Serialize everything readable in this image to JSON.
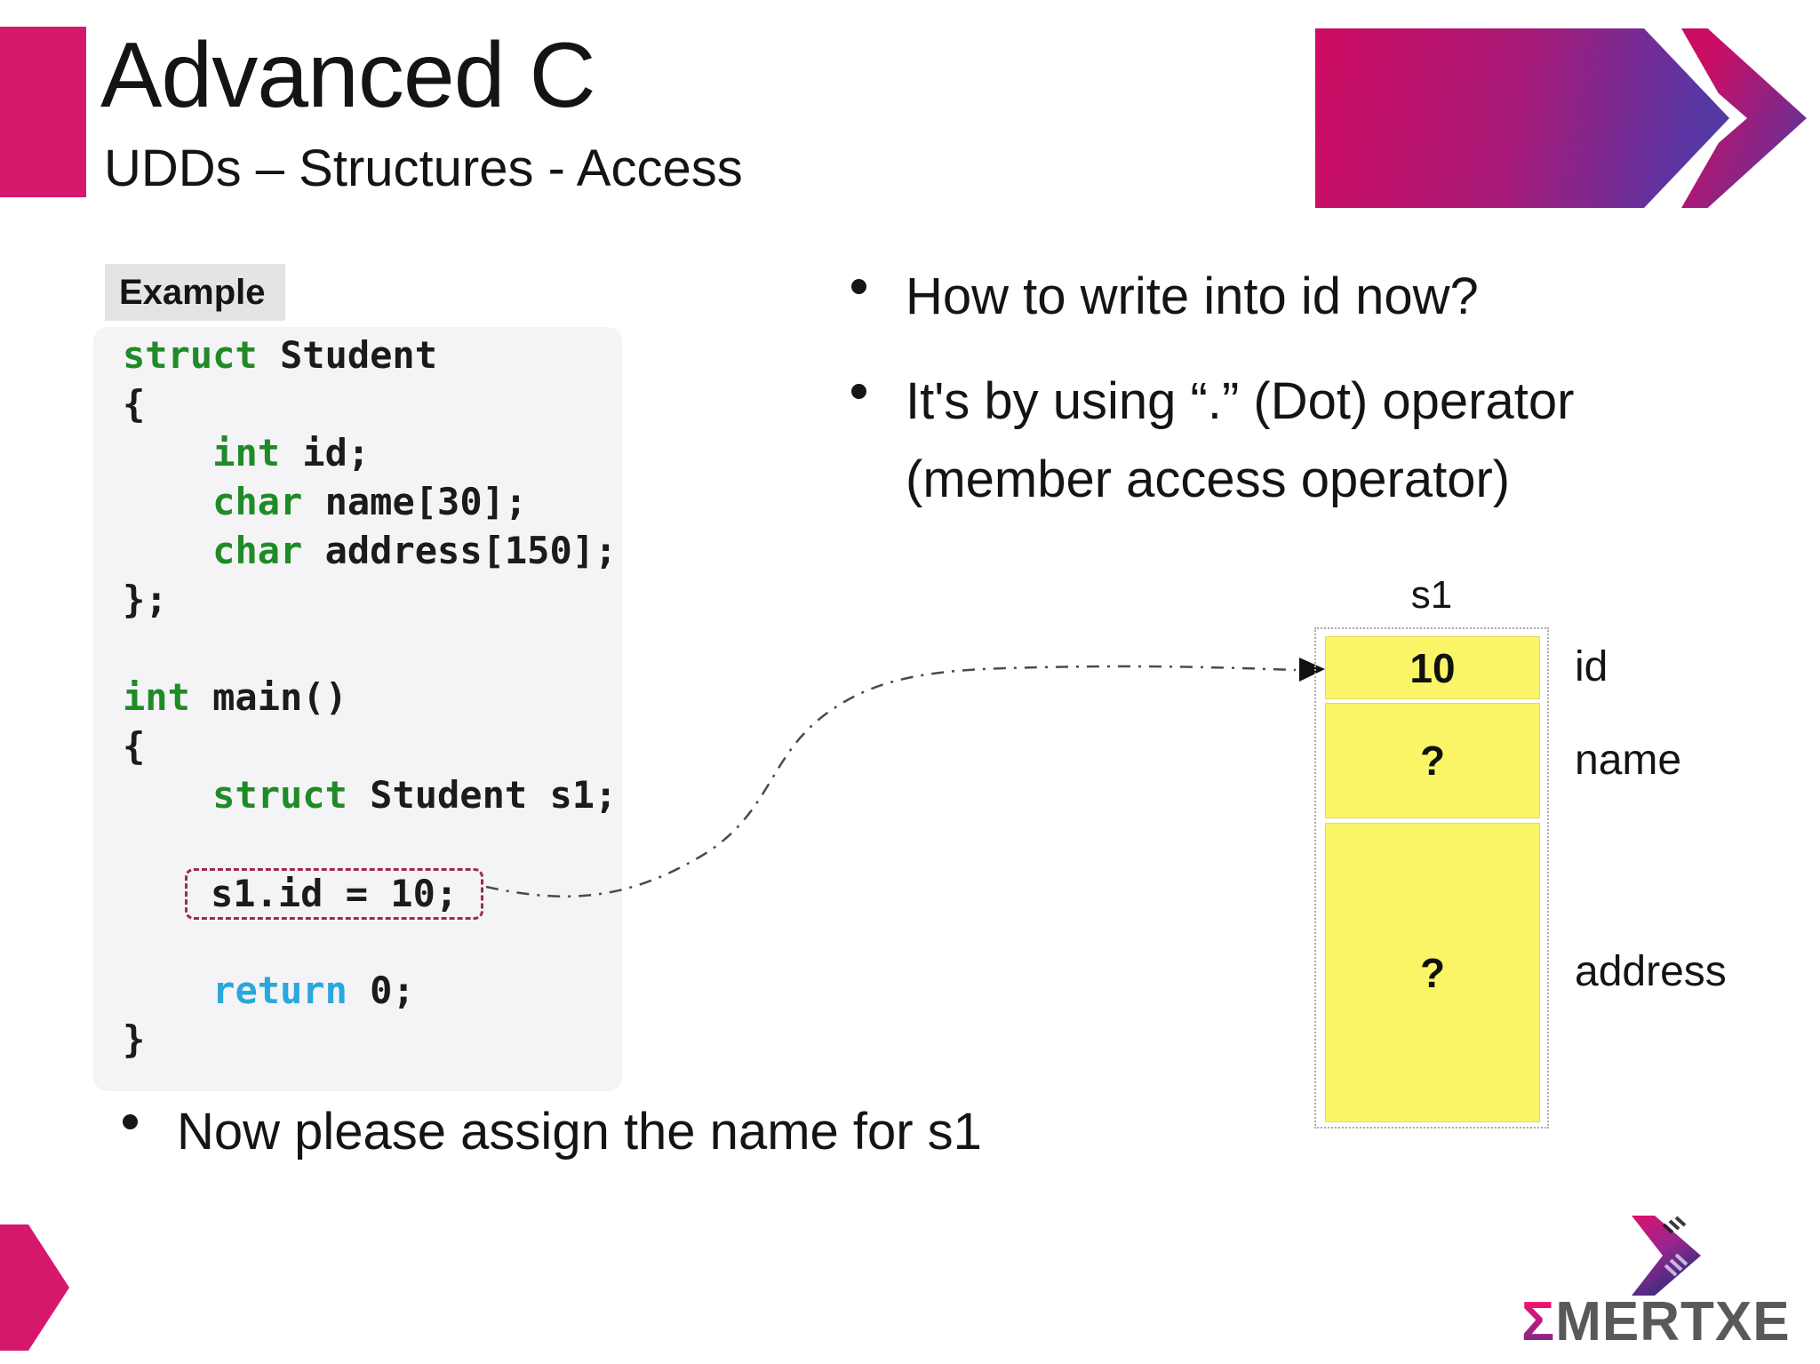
{
  "header": {
    "title": "Advanced C",
    "subtitle": "UDDs – Structures - Access"
  },
  "example_label": "Example",
  "code": {
    "l1": [
      "struct",
      " Student"
    ],
    "l2": [
      "{"
    ],
    "l3": [
      "    ",
      "int",
      " id;"
    ],
    "l4": [
      "    ",
      "char",
      " name[30];"
    ],
    "l5": [
      "    ",
      "char",
      " address[150];"
    ],
    "l6": [
      "};"
    ],
    "l8": [
      "int",
      " main()"
    ],
    "l9": [
      "{"
    ],
    "l10": [
      "    ",
      "struct",
      " Student s1;"
    ],
    "l12": [
      "s1.id = 10;"
    ],
    "l14": [
      "    ",
      "return",
      " 0;"
    ],
    "l15": [
      "}"
    ]
  },
  "bullets": {
    "b1": "How to write into id now?",
    "b2_line1": "It's by using “.” (Dot) operator",
    "b2_line2": "(member access operator)",
    "b3": "Now please assign the name for s1"
  },
  "diagram": {
    "var_label": "s1",
    "fields": [
      {
        "value": "10",
        "label": "id"
      },
      {
        "value": "?",
        "label": "name"
      },
      {
        "value": "?",
        "label": "address"
      }
    ]
  },
  "logo": {
    "sigma": "Σ",
    "name": "MERTXE"
  },
  "colors": {
    "accent_pink": "#d6186d",
    "banner_purple": "#5a35a3",
    "keyword_green": "#1f8b26",
    "keyword_cyan": "#2aa7dd",
    "cell_yellow": "#faf566",
    "highlight_box_border": "#9c2a52"
  }
}
